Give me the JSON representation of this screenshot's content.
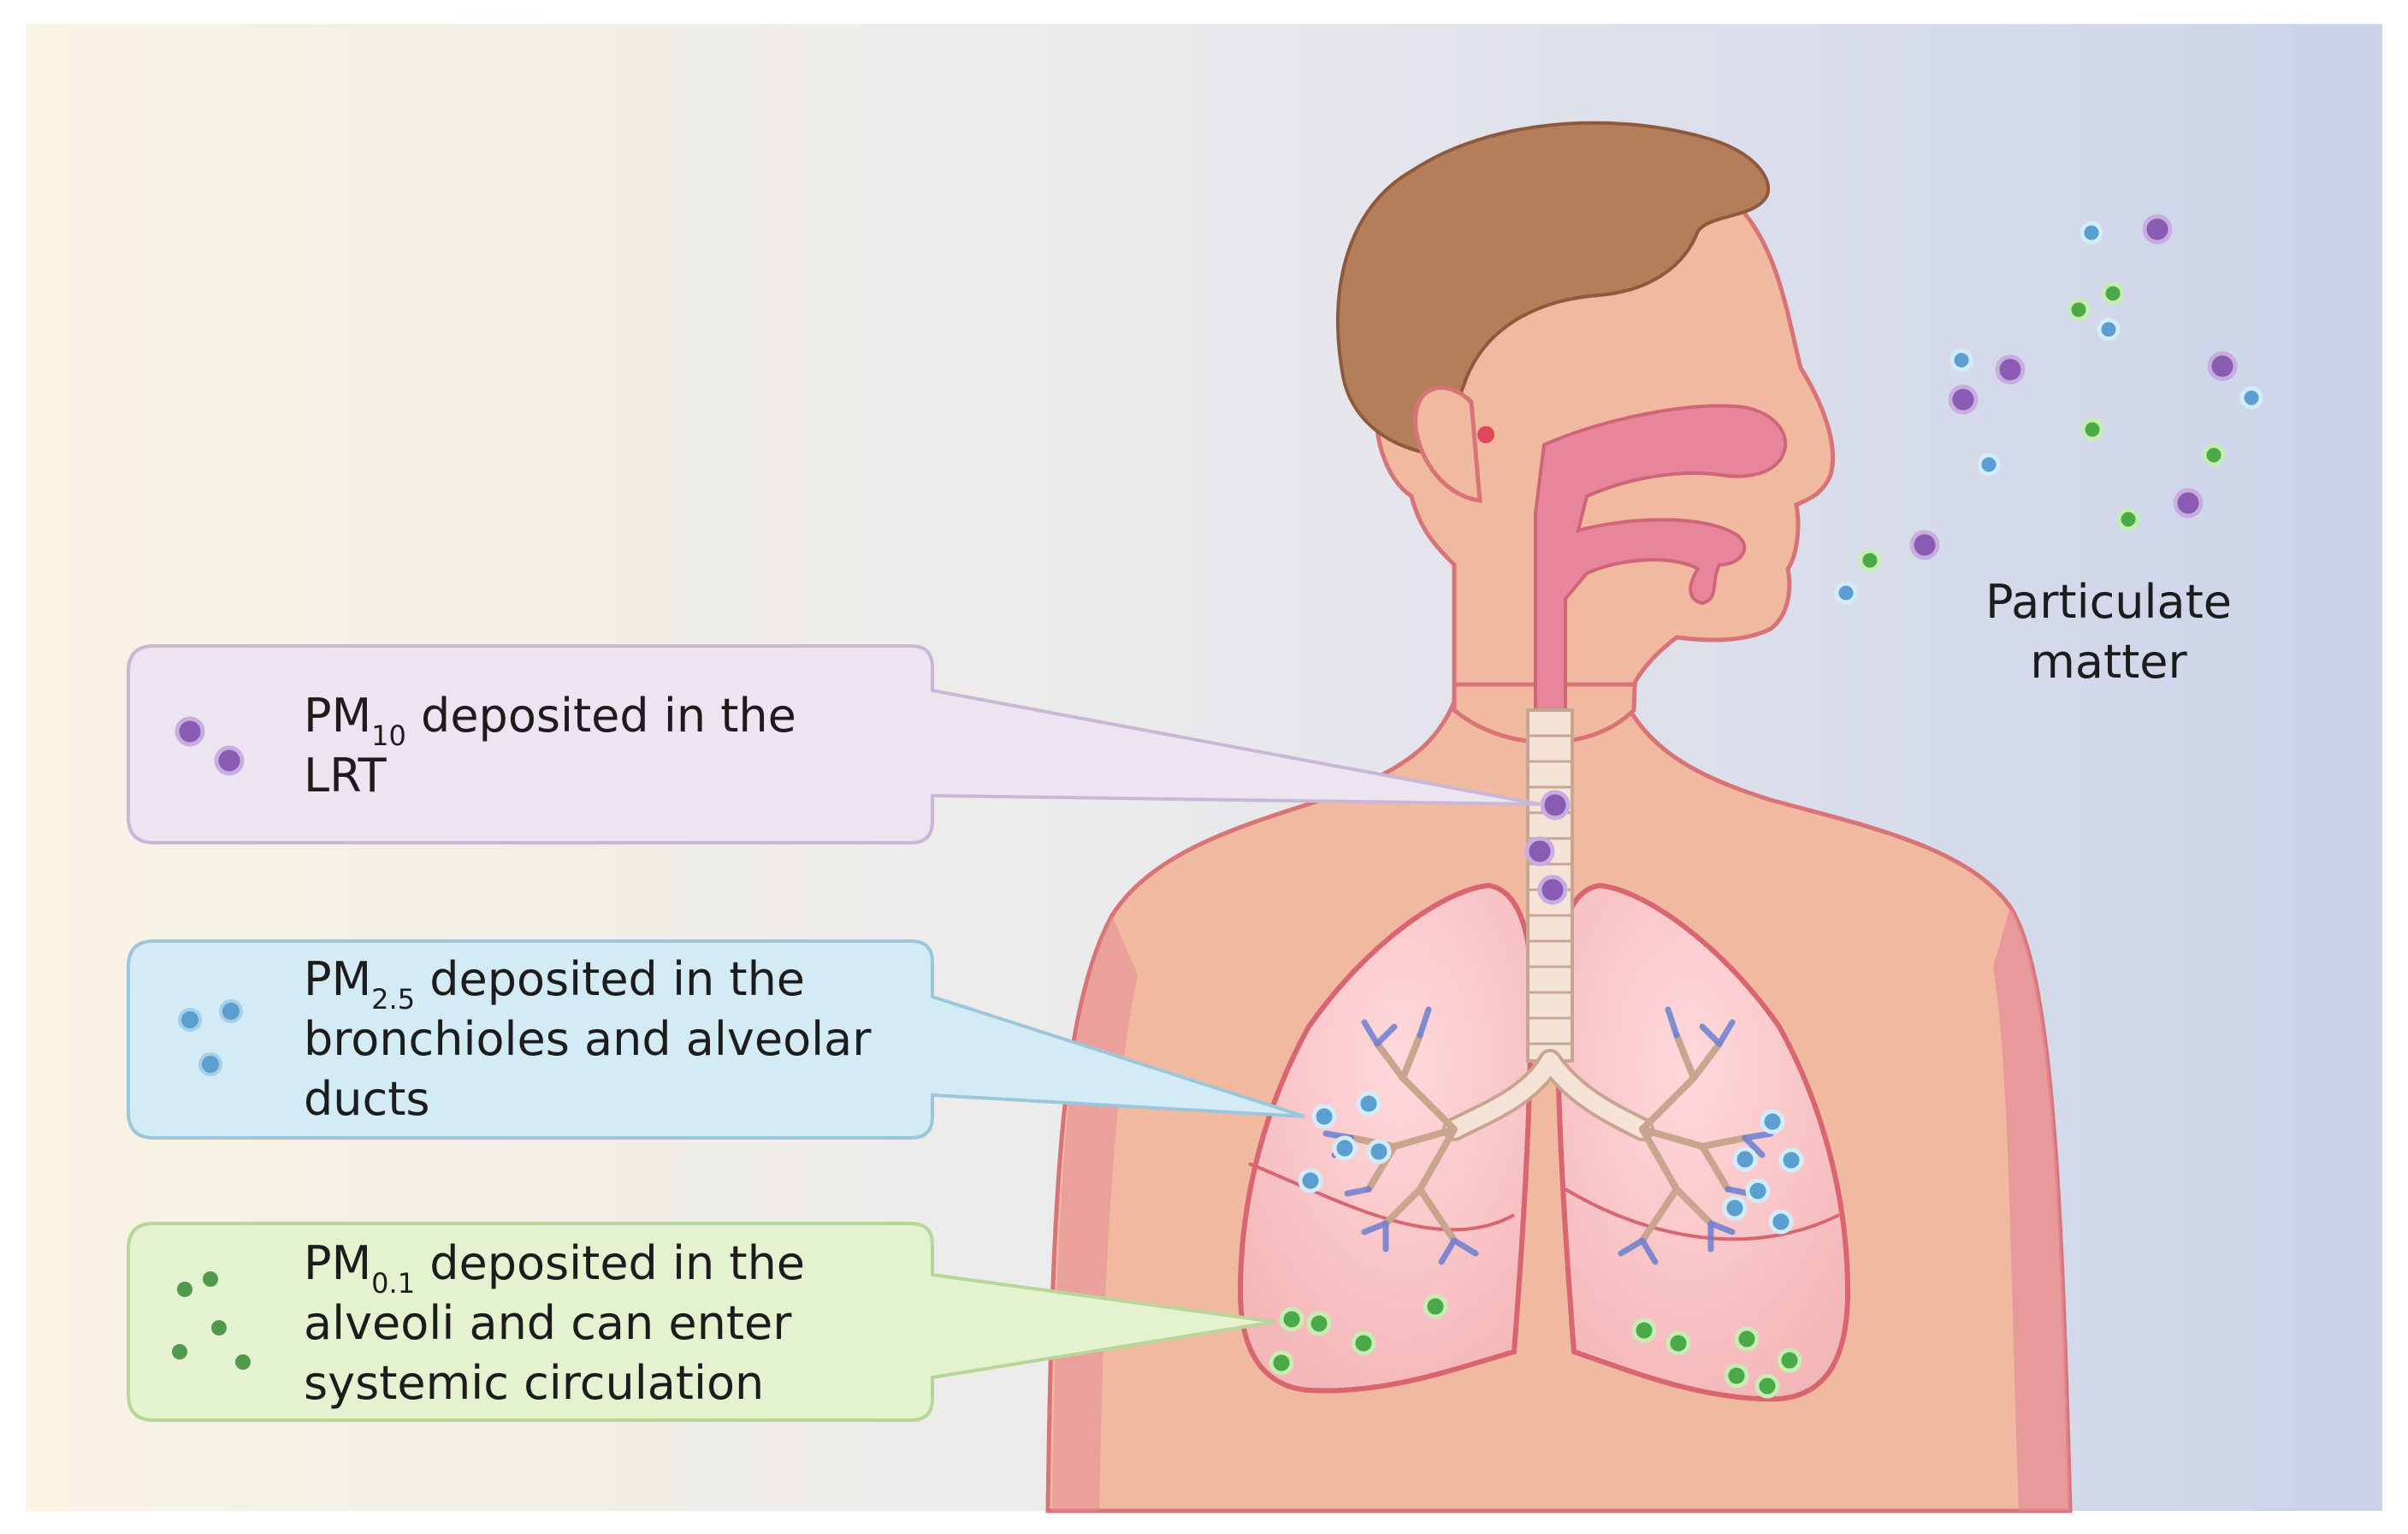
{
  "labels": {
    "ambient": {
      "line1": "Particulate",
      "line2": "matter"
    },
    "pm10": {
      "prefix": "PM",
      "sub": "10",
      "line1_rest": " deposited in the",
      "line2": "LRT"
    },
    "pm25": {
      "prefix": "PM",
      "sub": "2.5",
      "line1_rest": " deposited in the",
      "line2": "bronchioles and alveolar",
      "line3": "ducts"
    },
    "pm01": {
      "prefix": "PM",
      "sub": "0.1",
      "line1_rest": " deposited in the",
      "line2": "alveoli and can enter",
      "line3": "systemic circulation"
    }
  },
  "colors": {
    "pm10_particle": "#8a5bb3",
    "pm25_particle": "#5b9fd1",
    "pm01_particle": "#4aaa48",
    "pm10_box": "#ece4f1",
    "pm25_box": "#d3ebf5",
    "pm01_box": "#e4f2cf",
    "skin": "#f1b9a0",
    "hair": "#b57e5b",
    "airway": "#e7869a",
    "lung_outline": "#d8656f"
  }
}
